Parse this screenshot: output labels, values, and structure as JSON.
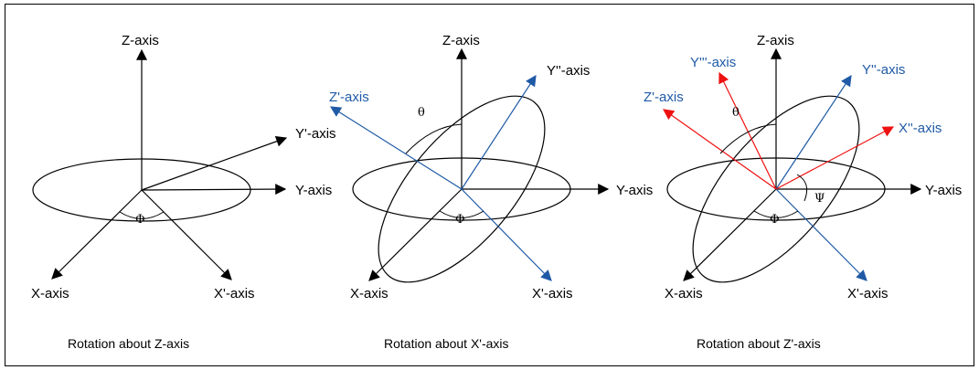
{
  "colors": {
    "black": "#000000",
    "blue": "#1f5aa6",
    "red": "#ee1111",
    "border": "#000000"
  },
  "panels": [
    {
      "caption": "Rotation about Z-axis",
      "labels": {
        "z": "Z-axis",
        "y_prime": "Y'-axis",
        "y": "Y-axis",
        "x": "X-axis",
        "x_prime": "X'-axis",
        "phi": "Φ"
      }
    },
    {
      "caption": "Rotation about X'-axis",
      "labels": {
        "z": "Z-axis",
        "z_prime": "Z'-axis",
        "y_dblprime": "Y''-axis",
        "y": "Y-axis",
        "x": "X-axis",
        "x_prime": "X'-axis",
        "phi": "Φ",
        "theta": "θ"
      }
    },
    {
      "caption": "Rotation about Z'-axis",
      "labels": {
        "z": "Z-axis",
        "y_triprime": "Y'''-axis",
        "y_dblprime": "Y''-axis",
        "z_prime": "Z'-axis",
        "x_dblprime": "X''-axis",
        "y": "Y-axis",
        "x": "X-axis",
        "x_prime": "X'-axis",
        "phi": "Φ",
        "theta": "θ",
        "psi": "Ψ"
      }
    }
  ]
}
